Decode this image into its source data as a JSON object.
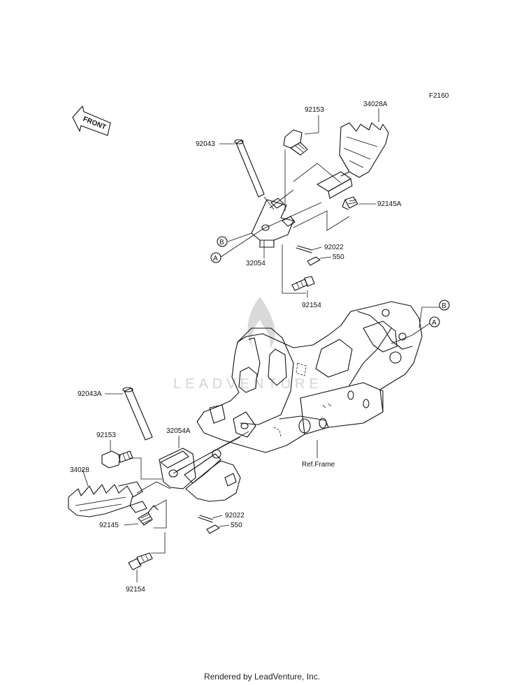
{
  "diagram": {
    "code": "F2160",
    "front_label": "FRONT",
    "watermark": "LEADVENTURE",
    "frame_label": "Ref.Frame",
    "refs": {
      "a": "A",
      "b": "B"
    },
    "parts": {
      "p92153_top": "92153",
      "p34028A": "34028A",
      "p92043": "92043",
      "p92145A": "92145A",
      "p92022_top": "92022",
      "p550_top": "550",
      "p32054": "32054",
      "p92154_top": "92154",
      "p92043A": "92043A",
      "p32054A": "32054A",
      "p92153_bot": "92153",
      "p34028": "34028",
      "p92022_bot": "92022",
      "p550_bot": "550",
      "p92145": "92145",
      "p92154_bot": "92154"
    }
  },
  "footer": {
    "text": "Rendered by LeadVenture, Inc."
  }
}
